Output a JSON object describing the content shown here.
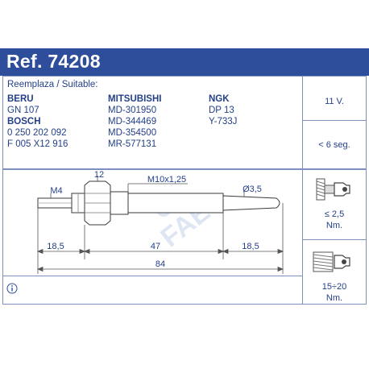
{
  "header": {
    "ref_label": "Ref. 74208"
  },
  "replaces": {
    "title": "Reemplaza / Suitable:",
    "brands": [
      {
        "name": "BERU",
        "codes": [
          "GN 107"
        ]
      },
      {
        "name": "BOSCH",
        "codes": [
          "0 250 202 092",
          "F 005 X12 916"
        ]
      },
      {
        "name": "MITSUBISHI",
        "codes": [
          "MD-301950",
          "MD-344469",
          "MD-354500",
          "MR-577131"
        ]
      },
      {
        "name": "NGK",
        "codes": [
          "DP 13",
          "Y-733J"
        ]
      }
    ]
  },
  "specs": {
    "voltage": "11 V.",
    "heat_time": "< 6 seg.",
    "torque_tip_value": "≤ 2,5",
    "torque_tip_unit": "Nm.",
    "torque_thread_value": "15÷20",
    "torque_thread_unit": "Nm."
  },
  "drawing": {
    "hex_label": "12",
    "thread_label": "M10x1,25",
    "terminal_label": "M4",
    "tip_label": "Ø3,5",
    "dim_left": "18,5",
    "dim_middle": "47",
    "dim_right": "18,5",
    "dim_total": "84",
    "watermark": "FAE"
  },
  "footer": {
    "info_icon": "info-icon"
  },
  "colors": {
    "brand_blue": "#2e4d9a",
    "line_blue": "#7d90bf",
    "text_blue": "#233f87"
  }
}
